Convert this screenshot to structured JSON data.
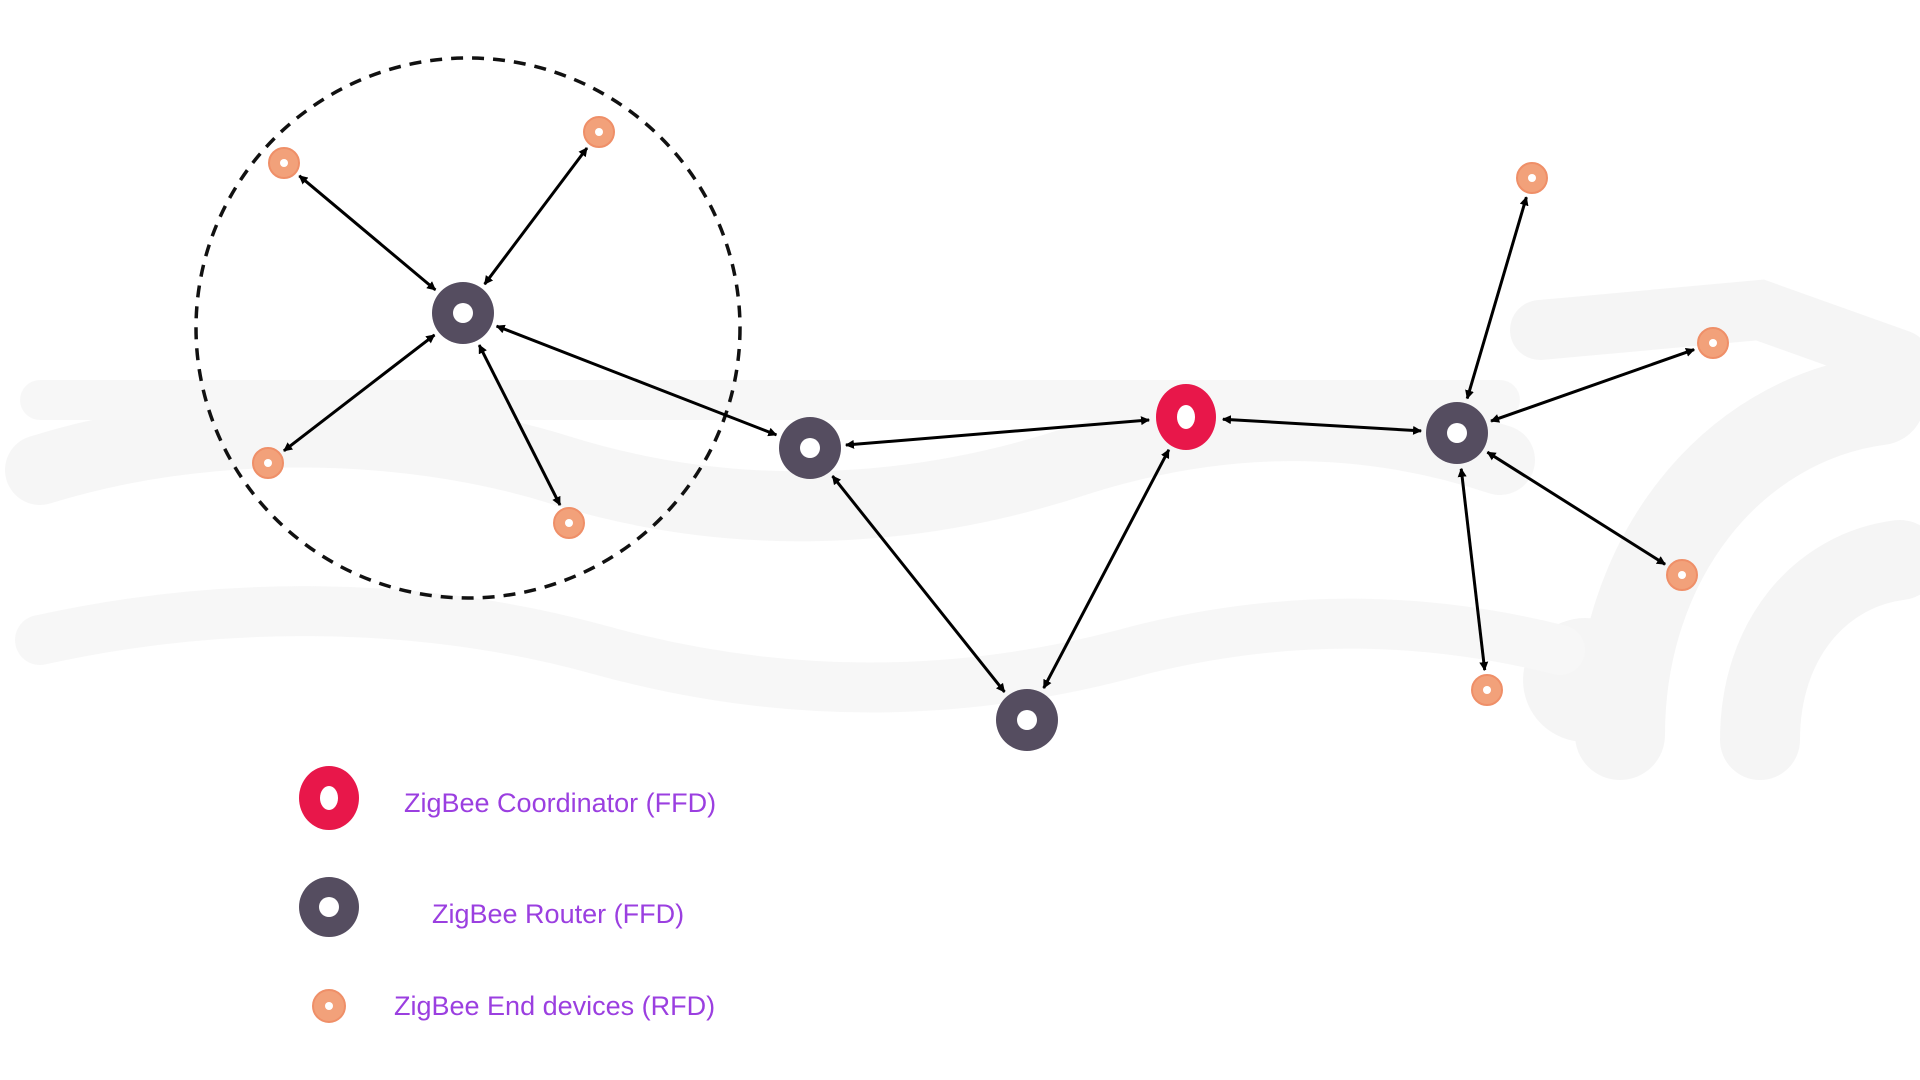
{
  "colors": {
    "background": "#ffffff",
    "coordinator": "#e8174a",
    "router": "#554d60",
    "end_device": "#f2a17a",
    "end_device_ring": "#ef8f68",
    "legend_text": "#9b3fe0",
    "edge": "#000000",
    "cluster_border": "#111111",
    "watermark": "#f4f4f4"
  },
  "legend": {
    "coordinator": {
      "label": "ZigBee Coordinator (FFD)",
      "icon": "coordinator-ring-icon"
    },
    "router": {
      "label": "ZigBee Router (FFD)",
      "icon": "router-ring-icon"
    },
    "end_device": {
      "label": "ZigBee End devices (RFD)",
      "icon": "end-device-dot-icon"
    }
  },
  "diagram": {
    "nodes": [
      {
        "id": "coordinator",
        "type": "coordinator"
      },
      {
        "id": "router-a",
        "type": "router"
      },
      {
        "id": "router-b",
        "type": "router"
      },
      {
        "id": "router-c",
        "type": "router"
      },
      {
        "id": "router-d",
        "type": "router"
      },
      {
        "id": "end-a1",
        "type": "end_device"
      },
      {
        "id": "end-a2",
        "type": "end_device"
      },
      {
        "id": "end-a3",
        "type": "end_device"
      },
      {
        "id": "end-a4",
        "type": "end_device"
      },
      {
        "id": "end-d1",
        "type": "end_device"
      },
      {
        "id": "end-d2",
        "type": "end_device"
      },
      {
        "id": "end-d3",
        "type": "end_device"
      },
      {
        "id": "end-d4",
        "type": "end_device"
      }
    ],
    "edges": [
      {
        "from": "router-a",
        "to": "end-a1",
        "bidirectional": true
      },
      {
        "from": "router-a",
        "to": "end-a2",
        "bidirectional": true
      },
      {
        "from": "router-a",
        "to": "end-a3",
        "bidirectional": true
      },
      {
        "from": "router-a",
        "to": "end-a4",
        "bidirectional": true
      },
      {
        "from": "router-a",
        "to": "router-b",
        "bidirectional": true
      },
      {
        "from": "router-b",
        "to": "coordinator",
        "bidirectional": true
      },
      {
        "from": "router-b",
        "to": "router-c",
        "bidirectional": true
      },
      {
        "from": "router-c",
        "to": "coordinator",
        "bidirectional": true
      },
      {
        "from": "coordinator",
        "to": "router-d",
        "bidirectional": true
      },
      {
        "from": "router-d",
        "to": "end-d1",
        "bidirectional": true
      },
      {
        "from": "router-d",
        "to": "end-d2",
        "bidirectional": true
      },
      {
        "from": "router-d",
        "to": "end-d3",
        "bidirectional": true
      },
      {
        "from": "router-d",
        "to": "end-d4",
        "bidirectional": true
      }
    ],
    "cluster": {
      "around": "router-a",
      "style": "dashed-circle"
    }
  }
}
